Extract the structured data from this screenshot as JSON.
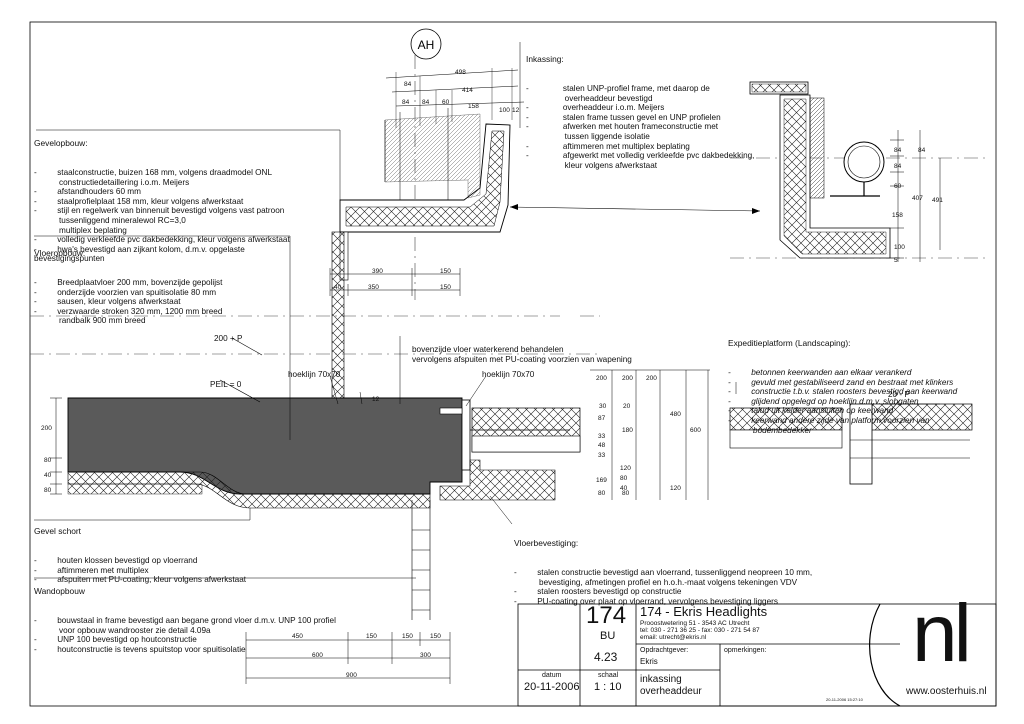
{
  "tag": "AH",
  "blocks": {
    "gevelopbouw": {
      "title": "Gevelopbouw:",
      "lines": [
        "-         staalconstructie, buizen 168 mm, volgens draadmodel ONL",
        "           constructiedetaillering i.o.m. Meijers",
        "-         afstandhouders 60 mm",
        "-         staalprofielplaat 158 mm, kleur volgens afwerkstaat",
        "-         stijl en regelwerk van binnenuit bevestigd volgens vast patroon",
        "           tussenliggend mineralewol RC=3,0",
        "           multiplex beplating",
        "-         volledig verkleefde pvc dakbedekking, kleur volgens afwerkstaat",
        "-         hwa's bevestigd aan zijkant kolom, d.m.v. opgelaste",
        "bevestigingspunten"
      ]
    },
    "vloeropbouw": {
      "title": "Vloeropbouw:",
      "lines": [
        "-         Breedplaatvloer 200 mm, bovenzijde gepolijst",
        "-         onderzijde voorzien van spuitisolatie 80 mm",
        "-         sausen, kleur volgens afwerkstaat",
        "-         verzwaarde stroken 320 mm, 1200 mm breed",
        "           randbalk 900 mm breed"
      ]
    },
    "inkassing": {
      "title": "Inkassing:",
      "lines": [
        "-               stalen UNP-profiel frame, met daarop de",
        "                 overheaddeur bevestigd",
        "-               overheaddeur i.o.m. Meijers",
        "-               stalen frame tussen gevel en UNP profielen",
        "-               afwerken met houten frameconstructie met",
        "                 tussen liggende isolatie",
        "-               aftimmeren met multiplex beplating",
        "-               afgewerkt met volledig verkleefde pvc dakbedekking,",
        "                 kleur volgens afwerkstaat"
      ]
    },
    "bovenzijde": {
      "lines": [
        "bovenzijde vloer waterkerend behandelen",
        "vervolgens afspuiten met PU-coating voorzien van wapening"
      ]
    },
    "expeditie": {
      "title": "Expeditieplatform (Landscaping):",
      "lines": [
        "-         betonnen keerwanden aan elkaar verankerd",
        "-         gevuld met gestabiliseerd zand en bestraat met klinkers",
        "-         constructie t.b.v. stalen roosters bevestigd aan keerwand",
        "-         glijdend opgelegd op hoeklijn d.m.v. slobgaten",
        "-         talud uit kelder aansluiten op keerwand",
        "-         keerwand andere zijde van platform voorzien van",
        "           bodembedekker"
      ]
    },
    "gevelschort": {
      "title": "Gevel schort",
      "lines": [
        "-         houten klossen bevestigd op vloerrand",
        "-         aftimmeren met multiplex",
        "-         afspuiten met PU-coating, kleur volgens afwerkstaat"
      ]
    },
    "wandopbouw": {
      "title": "Wandopbouw",
      "lines": [
        "-         bouwstaal in frame bevestigd aan begane grond vloer d.m.v. UNP 100 profiel",
        "           voor opbouw wandrooster zie detail 4.09a",
        "-         UNP 100 bevestigd op houtconstructie",
        "-         houtconstructie is tevens spuitstop voor spuitisolatie"
      ]
    },
    "vloerbevestiging": {
      "title": "Vloerbevestiging:",
      "lines": [
        "-         stalen constructie bevestigd aan vloerrand, tussenliggend neopreen 10 mm,",
        "           bevestiging, afmetingen profiel en h.o.h.-maat volgens tekeningen VDV",
        "-         stalen roosters bevestigd op constructie",
        "-         PU-coating over plaat op vloerrand, vervolgens bevestiging liggers"
      ]
    }
  },
  "labels": {
    "p200": "200 + P",
    "peil": "PEIL = 0",
    "hoeklijn_left": "hoeklijn 70x70",
    "hoeklijn_right": "hoeklijn 70x70",
    "p20": "20 - P"
  },
  "dims": {
    "top_498": "498",
    "top_84a": "84",
    "top_414": "414",
    "top_84b": "84",
    "top_84c": "84",
    "top_60": "60",
    "top_158": "158",
    "top_100": "100",
    "top_12": "12",
    "d390": "390",
    "d150a": "150",
    "d40": "40",
    "d350": "350",
    "d150b": "150",
    "d12": "12",
    "l200": "200",
    "l80a": "80",
    "l40": "40",
    "l80b": "80",
    "c200a": "200",
    "c200b": "200",
    "c200c": "200",
    "c30": "30",
    "c20": "20",
    "c87": "87",
    "c180": "180",
    "c33a": "33",
    "c48": "48",
    "c33b": "33",
    "c480": "480",
    "c600": "600",
    "c120a": "120",
    "c80a": "80",
    "c40": "40",
    "c169": "169",
    "c80b": "80",
    "c80c": "80",
    "c120b": "120",
    "r84a": "84",
    "r84b": "84",
    "r84c": "84",
    "r60": "60",
    "r407": "407",
    "r491": "491",
    "r158": "158",
    "r100": "100",
    "r5": "5",
    "b450": "450",
    "b150a": "150",
    "b150b": "150",
    "b150c": "150",
    "b600": "600",
    "b300": "300",
    "b900": "900"
  },
  "titleblock": {
    "project_no": "174",
    "code": "BU",
    "drawing_no": "4.23",
    "project_title": "174 - Ekris Headlights",
    "address": "Prooostwetering 51 - 3543 AC Utrecht",
    "tel": "tel: 030 - 271 36 25 - fax: 030 - 271 54 87",
    "email": "email: utrecht@ekris.nl",
    "client_label": "Opdrachtgever:",
    "client": "Ekris",
    "remarks_label": "opmerkingen:",
    "date_label": "datum",
    "date": "20-11-2006",
    "scale_label": "schaal",
    "scale": "1 : 10",
    "subject_line1": "inkassing",
    "subject_line2": "overheaddeur",
    "logo": "nl",
    "website": "www.oosterhuis.nl",
    "stamp": "20-11-2006 15:27:10"
  }
}
